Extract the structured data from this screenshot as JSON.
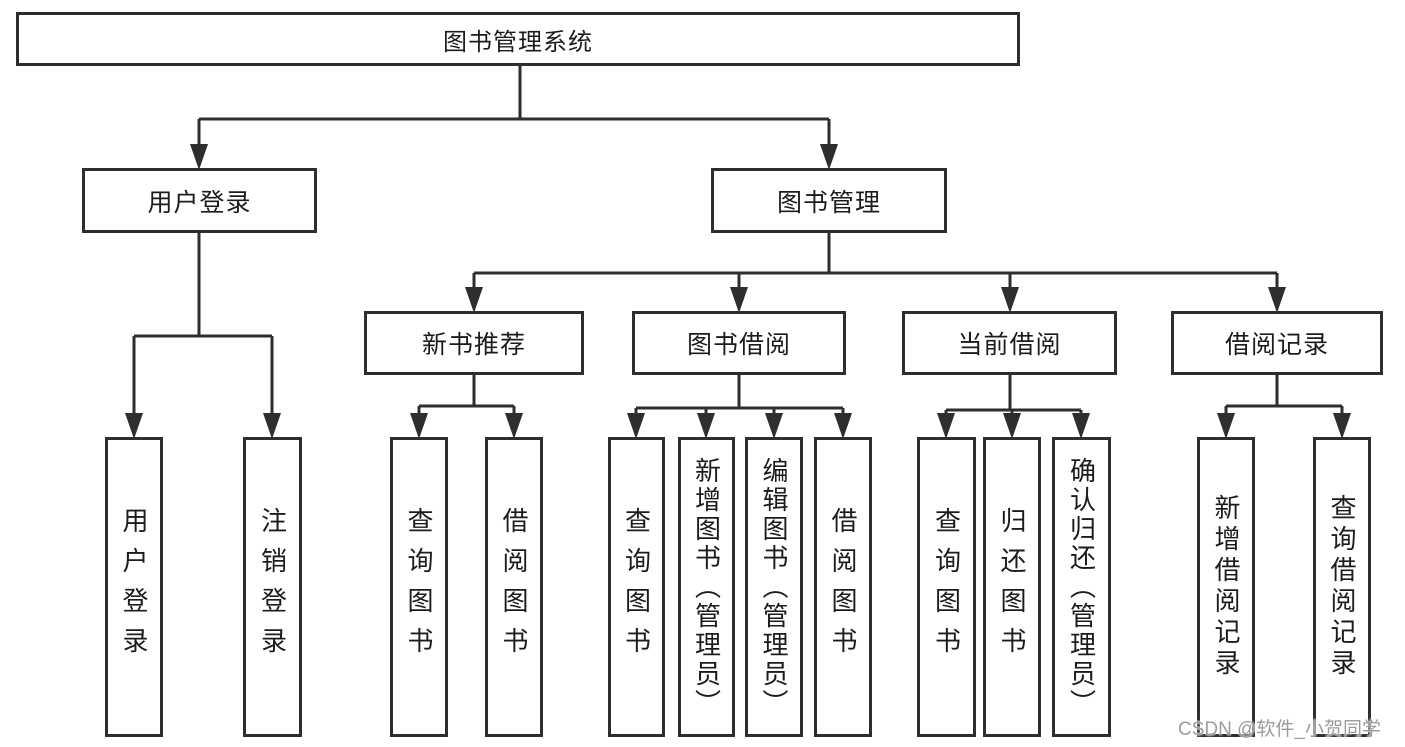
{
  "diagram": {
    "root": "图书管理系统",
    "user_login": {
      "label": "用户登录",
      "children": [
        "用户登录",
        "注销登录"
      ]
    },
    "book_mgmt": {
      "label": "图书管理",
      "groups": [
        {
          "label": "新书推荐",
          "children": [
            "查询图书",
            "借阅图书"
          ]
        },
        {
          "label": "图书借阅",
          "children": [
            "查询图书",
            "新增图书（管理员）",
            "编辑图书（管理员）",
            "借阅图书"
          ]
        },
        {
          "label": "当前借阅",
          "children": [
            "查询图书",
            "归还图书",
            "确认归还（管理员）"
          ]
        },
        {
          "label": "借阅记录",
          "children": [
            "新增借阅记录",
            "查询借阅记录"
          ]
        }
      ]
    }
  },
  "watermark": "CSDN @软件_小贺同学",
  "colors": {
    "line": "#2e2e2e",
    "text": "#1c1c1c",
    "background": "#ffffff",
    "watermark": "#9c9c9c"
  }
}
